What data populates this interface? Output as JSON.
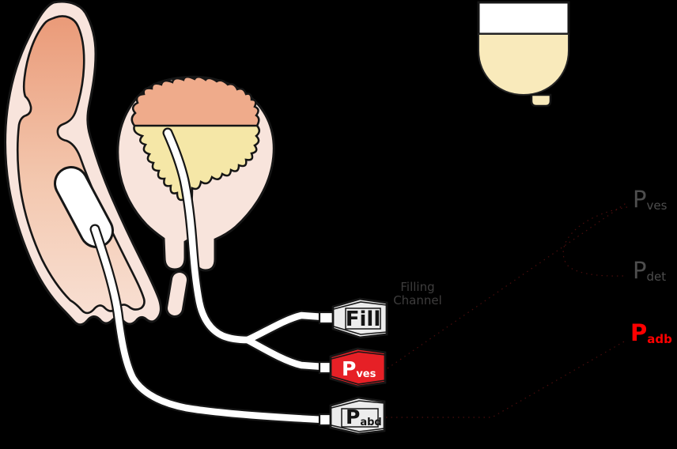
{
  "background_color": "#000000",
  "illustration": {
    "colors": {
      "organ_outline": "#161616",
      "outer_wall_pink": "#F8E4DC",
      "rectum_lumen_top": "#EA9A78",
      "rectum_lumen_bottom": "#F8DFD2",
      "detrusor_salmon": "#EFAB8B",
      "urine_yellow": "#F5E7A7",
      "bag_fluid": "#F9EABB",
      "catheter_white": "#FFFFFF",
      "connector_gray": "#ECECEC",
      "connector_red": "#E62026",
      "label_gray": "#4D4D4D",
      "label_red": "#FF0000",
      "filling_channel_gray": "#3E3D3D",
      "trace_remnant_red": "#961919"
    }
  },
  "labels": {
    "filling_channel_line1": "Filling",
    "filling_channel_line2": "Channel",
    "pves": {
      "main": "P",
      "sub": "ves"
    },
    "pdet": {
      "main": "P",
      "sub": "det"
    },
    "padb": {
      "main": "P",
      "sub": "adb"
    }
  },
  "connectors": {
    "fill": {
      "label": "Fill"
    },
    "pves": {
      "main": "P",
      "sub": "ves"
    },
    "pabd": {
      "main": "P",
      "sub": "abd"
    }
  }
}
